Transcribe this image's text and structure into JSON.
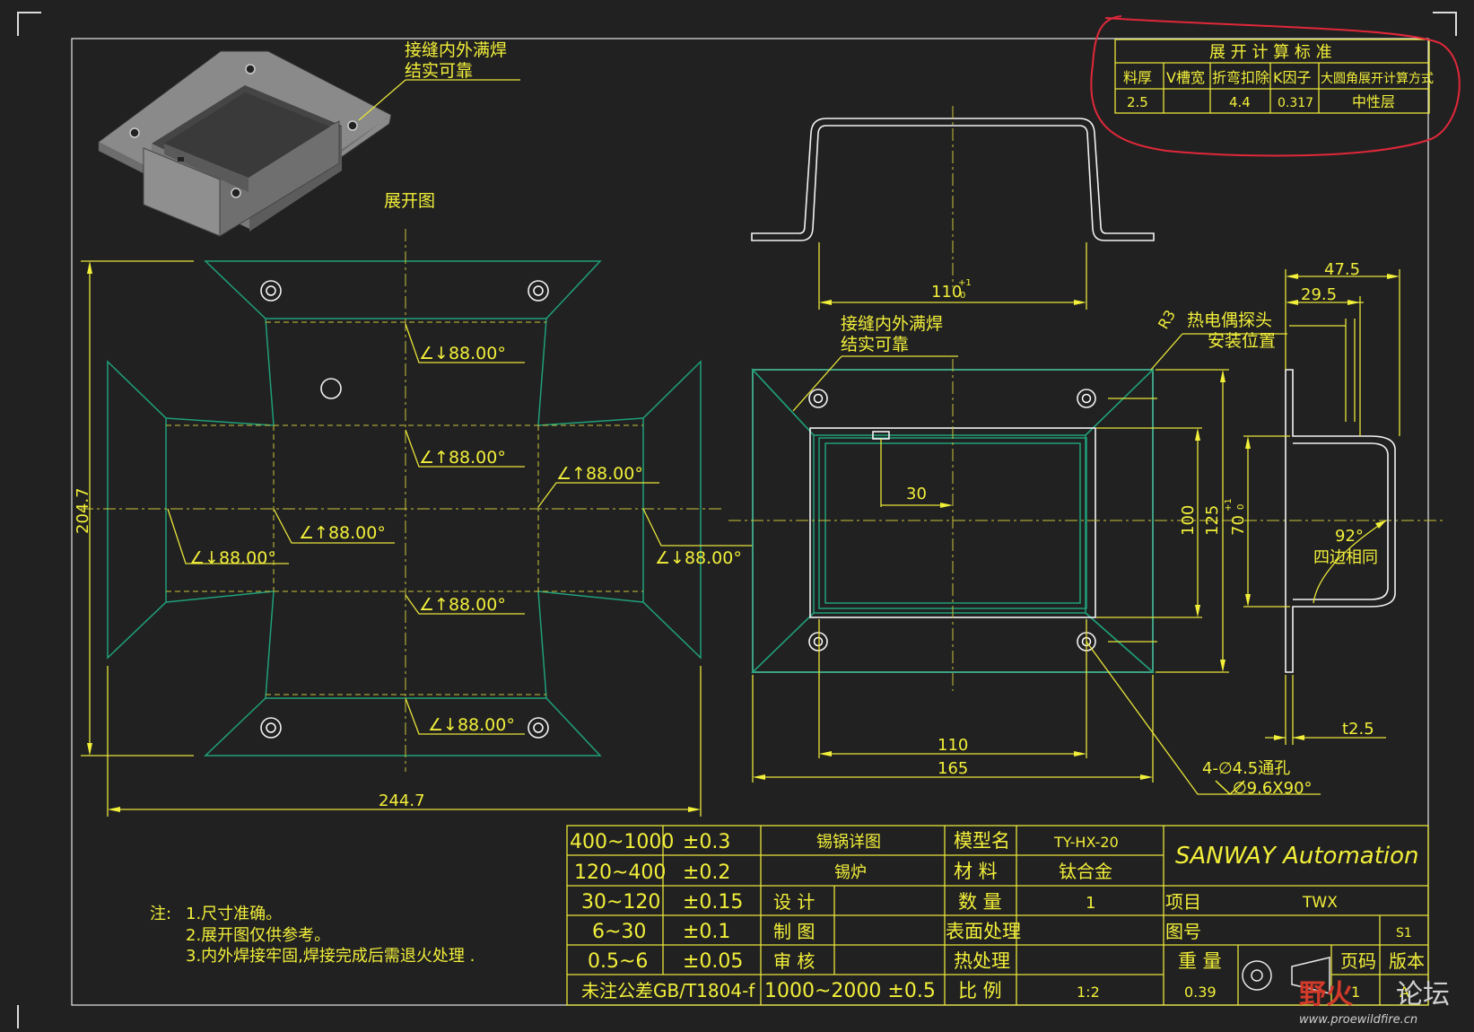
{
  "labels": {
    "weld_note_line1": "接缝内外满焊",
    "weld_note_line2": "结实可靠",
    "unfold_title": "展开图",
    "thermo_line1": "热电偶探头",
    "thermo_line2": "安装位置",
    "four_sides": "四边相同"
  },
  "dims": {
    "width_unfold": "244.7",
    "height_unfold": "204.7",
    "top_width": "110",
    "top_width_tol": "+1",
    "top_width_tol2": "0",
    "front_inner": "110",
    "front_outer": "165",
    "front_30": "30",
    "front_100": "100",
    "front_125": "125",
    "front_70": "70",
    "front_70_tol": "+1",
    "front_70_tol2": "0",
    "side_47_5": "47.5",
    "side_29_5": "29.5",
    "side_t": "t2.5",
    "angle_92": "92°",
    "r3": "R3",
    "holes_1": "4-∅4.5通孔",
    "holes_2": "∅9.6X90°",
    "bend_down": "∠↓88.00°",
    "bend_up": "∠↑88.00°"
  },
  "std_table": {
    "title": "展 开 计 算 标 准",
    "headers": [
      "料厚",
      "V槽宽",
      "折弯扣除",
      "K因子",
      "大圆角展开计算方式"
    ],
    "values": [
      "2.5",
      "",
      "4.4",
      "0.317",
      "中性层"
    ]
  },
  "notes": {
    "prefix": "注:",
    "n1": "1.尺寸准确。",
    "n2": "2.展开图仅供参考。",
    "n3": "3.内外焊接牢固,焊接完成后需退火处理 ."
  },
  "tolerance": {
    "rows": [
      {
        "range": "400~1000",
        "tol": "±0.3"
      },
      {
        "range": "120~400",
        "tol": "±0.2"
      },
      {
        "range": "30~120",
        "tol": "±0.15"
      },
      {
        "range": "6~30",
        "tol": "±0.1"
      },
      {
        "range": "0.5~6",
        "tol": "±0.05"
      }
    ],
    "general": "未注公差GB/T1804-f",
    "extra": "1000~2000 ±0.5"
  },
  "title_block": {
    "drawing_name": "锡锅详图",
    "product": "锡炉",
    "design": "设 计",
    "drawn": "制 图",
    "review": "审 核",
    "model_label": "模型名",
    "model_value": "TY-HX-20",
    "material_label": "材 料",
    "material_value": "钛合金",
    "qty_label": "数 量",
    "qty_value": "1",
    "surface_label": "表面处理",
    "heat_label": "热处理",
    "scale_label": "比 例",
    "scale_value": "1:2",
    "company": "SANWAY Automation",
    "project_label": "项目",
    "project_value": "TWX",
    "drawing_no_label": "图号",
    "sheet_code": "S1",
    "weight_label": "重 量",
    "weight_value": "0.39",
    "page_label": "页码",
    "version_label": "版本",
    "page_value": "1",
    "version_value": "A"
  },
  "watermark": {
    "text_a": "野火",
    "text_b": "论坛",
    "url": "www.proewildfire.cn"
  },
  "colors": {
    "background": "#212121",
    "dimension": "#f2ef3a",
    "flat_pattern": "#1fa07a",
    "outline": "#f2f2f2",
    "highlight": "#e0283a"
  }
}
